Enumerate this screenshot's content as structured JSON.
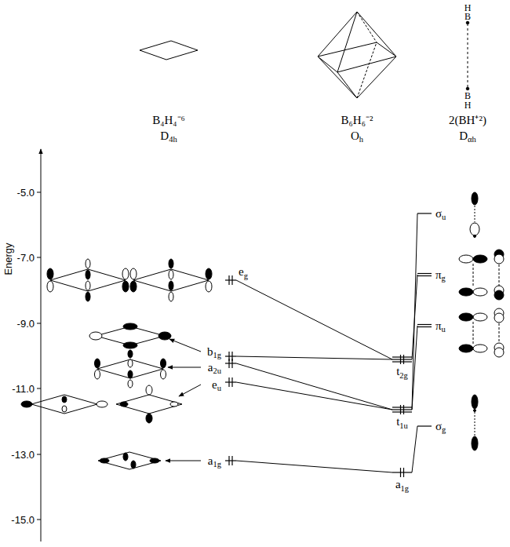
{
  "diagram": {
    "nodes": [
      {
        "text": [
          "eg"
        ]
      },
      {
        "text": [
          "b1g"
        ]
      },
      {
        "text": [
          "a2u"
        ]
      },
      {
        "text": [
          "eu"
        ]
      },
      {
        "text": [
          "a1g"
        ]
      },
      {
        "text": [
          "t2g"
        ]
      },
      {
        "text": [
          "t1u"
        ]
      },
      {
        "text": [
          "a1g"
        ]
      },
      {
        "text": [
          "σu"
        ]
      },
      {
        "text": [
          "πg"
        ]
      },
      {
        "text": [
          "πu"
        ]
      },
      {
        "text": [
          "σg"
        ]
      }
    ],
    "edges": [
      {
        "from": 0,
        "to": 5,
        "arrow": "none"
      },
      {
        "from": 1,
        "to": 5,
        "arrow": "none"
      },
      {
        "from": 2,
        "to": 6,
        "arrow": "none"
      },
      {
        "from": 3,
        "to": 6,
        "arrow": "none"
      },
      {
        "from": 4,
        "to": 7,
        "arrow": "none"
      },
      {
        "from": 5,
        "to": 9,
        "arrow": "none"
      },
      {
        "from": 6,
        "to": 8,
        "arrow": "none"
      },
      {
        "from": 6,
        "to": 10,
        "arrow": "none"
      },
      {
        "from": 7,
        "to": 11,
        "arrow": "none"
      }
    ],
    "labels": [
      "B₄H₄⁻⁶",
      "D4h",
      "B₆H₆⁻²",
      "Oh",
      "2(BH⁺²)",
      "Dαh",
      "H",
      "B",
      "B",
      "H",
      "Energy",
      "-5.0",
      "-7.0",
      "-9.0",
      "-11.0",
      "-13.0",
      "-15.0"
    ]
  }
}
